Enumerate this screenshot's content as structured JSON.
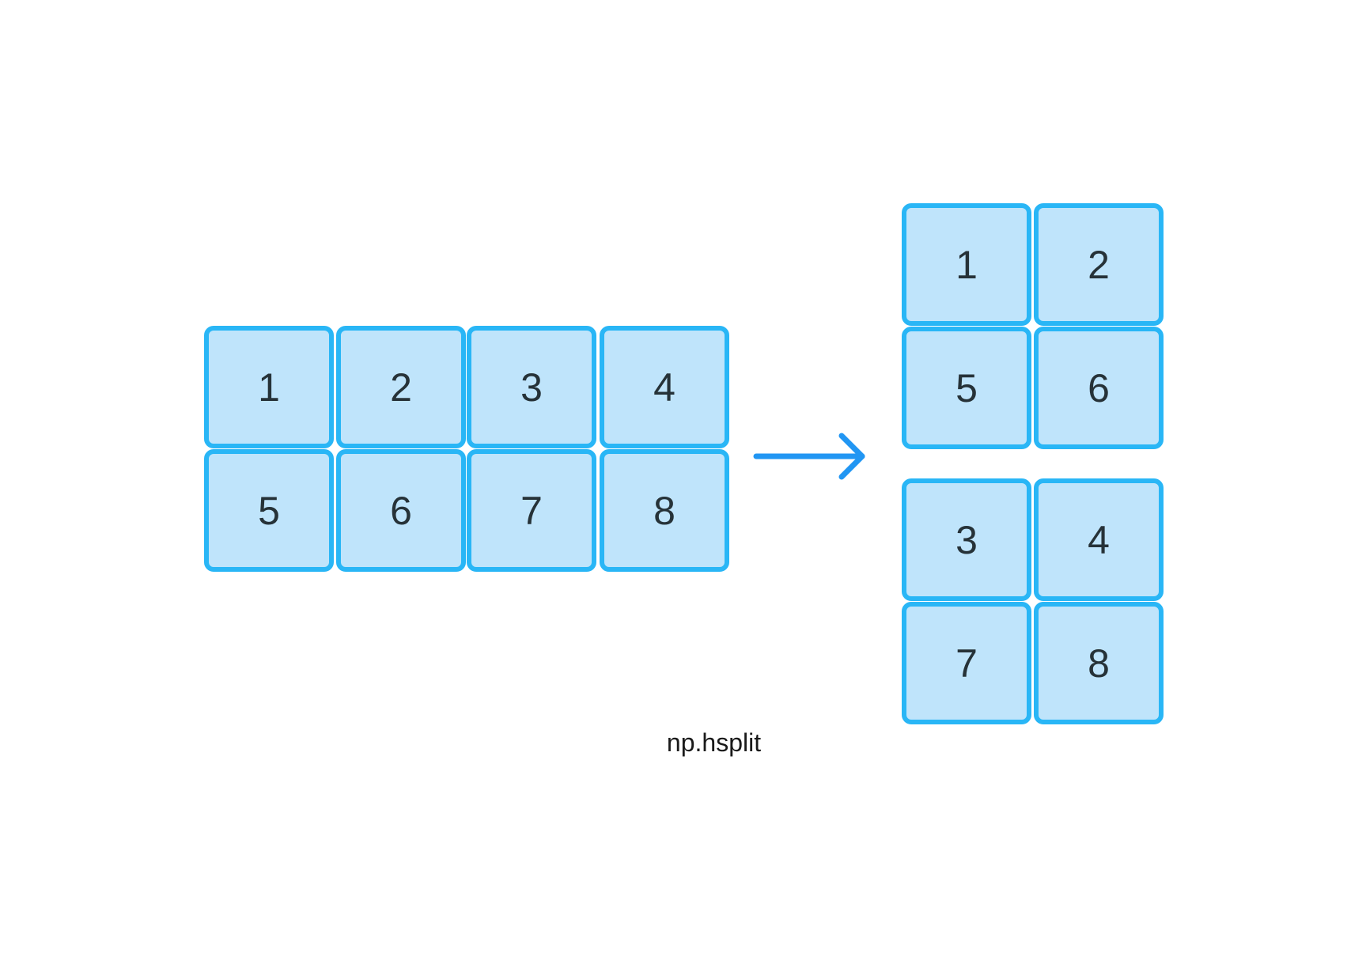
{
  "source_grid": {
    "cells": [
      "1",
      "2",
      "3",
      "4",
      "5",
      "6",
      "7",
      "8"
    ]
  },
  "result_top": {
    "cells": [
      "1",
      "2",
      "5",
      "6"
    ]
  },
  "result_bottom": {
    "cells": [
      "3",
      "4",
      "7",
      "8"
    ]
  },
  "caption": "np.hsplit",
  "colors": {
    "cell_fill": "#bfe4fb",
    "cell_border": "#29b6f6",
    "arrow": "#2196f3",
    "digit": "#263238"
  },
  "icons": {
    "arrow": "arrow-right-icon"
  }
}
